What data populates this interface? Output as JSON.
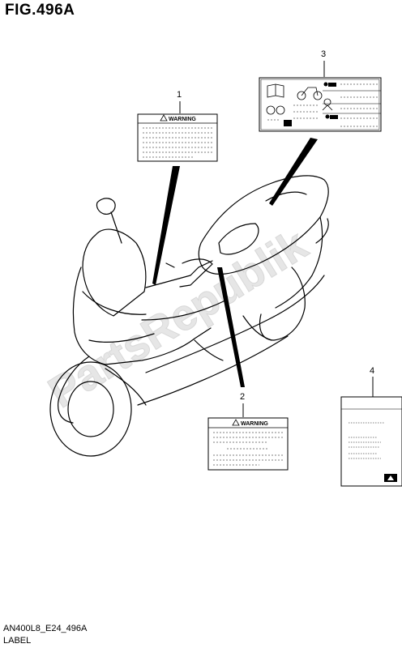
{
  "figure": {
    "title": "FIG.496A",
    "code": "AN400L8_E24_496A",
    "caption": "LABEL"
  },
  "callouts": [
    "1",
    "2",
    "3",
    "4"
  ],
  "labels": {
    "warning_1": {
      "heading": "WARNING"
    },
    "warning_2": {
      "heading": "WARNING"
    }
  },
  "watermark": "PartsRepublik"
}
